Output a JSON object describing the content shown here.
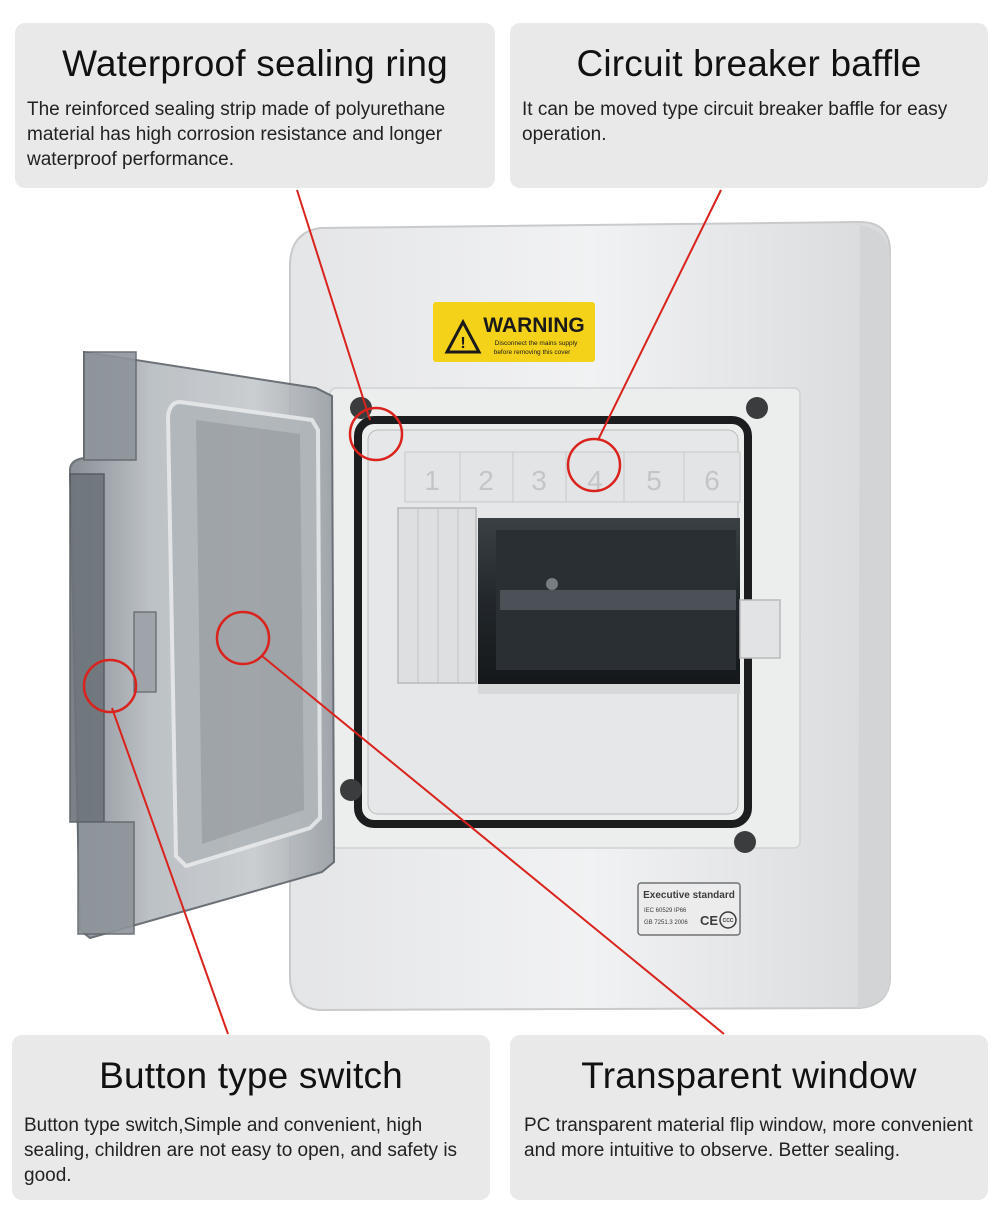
{
  "cards": {
    "sealing": {
      "title": "Waterproof sealing ring",
      "text": "The reinforced sealing strip made of  polyurethane material has high corrosion resistance and longer waterproof performance."
    },
    "baffle": {
      "title": "Circuit breaker baffle",
      "text": "It can be moved type circuit breaker baffle for easy operation."
    },
    "button": {
      "title": "Button type switch",
      "text": "Button type switch,Simple and convenient, high sealing, children are not easy to open, and safety is good."
    },
    "window": {
      "title": "Transparent window",
      "text": "PC transparent material flip window, more convenient and more intuitive to observe. Better sealing."
    }
  },
  "product": {
    "warning_title": "WARNING",
    "warning_line1": "Disconnect the mains supply",
    "warning_line2": "before removing this cover",
    "slot_numbers": [
      "1",
      "2",
      "3",
      "4",
      "5",
      "6"
    ],
    "standard_title": "Executive standard",
    "standard_line1": "IEC 60529 IP66",
    "standard_line2": "GB 7251.3 2006",
    "mark_ce": "CE",
    "mark_ccc": "CCC"
  },
  "colors": {
    "card_bg": "#e9e9e9",
    "callout_red": "#d9231c",
    "warning_yellow": "#f5d21a"
  }
}
